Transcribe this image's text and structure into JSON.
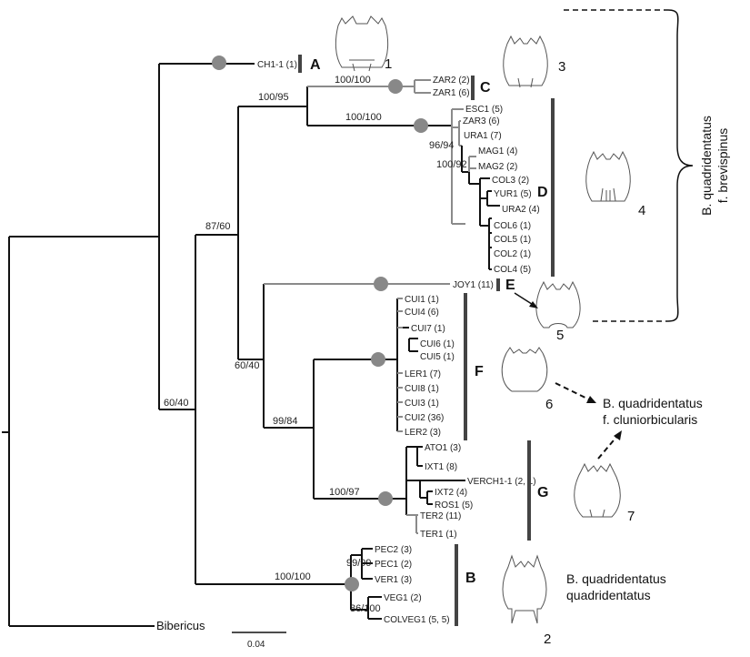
{
  "taxa": [
    "CH1-1 (1)",
    "ZAR2 (2)",
    "ZAR1 (6)",
    "ESC1 (5)",
    "ZAR3 (6)",
    "URA1 (7)",
    "MAG1 (4)",
    "MAG2 (2)",
    "COL3 (2)",
    "YUR1 (5)",
    "URA2 (4)",
    "COL6 (1)",
    "COL5 (1)",
    "COL2 (1)",
    "COL4 (5)",
    "JOY1 (11)",
    "CUI1 (1)",
    "CUI4 (6)",
    "CUI7 (1)",
    "CUI6 (1)",
    "CUI5 (1)",
    "LER1 (7)",
    "CUI8 (1)",
    "CUI3 (1)",
    "CUI2 (36)",
    "LER2 (3)",
    "ATO1 (3)",
    "IXT1 (8)",
    "VERCH1-1 (2, 1)",
    "IXT2 (4)",
    "ROS1 (5)",
    "TER2 (11)",
    "TER1 (1)",
    "PEC2 (3)",
    "PEC1 (2)",
    "VER1 (3)",
    "VEG1 (2)",
    "COLVEG1 (5, 5)"
  ],
  "outgroup": "Bibericus",
  "supports": [
    "100/100",
    "100/95",
    "100/100",
    "96/94",
    "100/92",
    "87/60",
    "60/40",
    "99/84",
    "100/97",
    "60/40",
    "99/99",
    "100/100",
    "86/100"
  ],
  "clades": [
    "A",
    "C",
    "D",
    "E",
    "F",
    "G",
    "B"
  ],
  "lorica_numbers": [
    "1",
    "2",
    "3",
    "4",
    "5",
    "6",
    "7"
  ],
  "forms": {
    "brevispinus": [
      "B. quadridentatus",
      "f. brevispinus"
    ],
    "cluniorbicularis": [
      "B. quadridentatus",
      "f. cluniorbicularis"
    ],
    "quadridentatus": [
      "B. quadridentatus",
      "quadridentatus"
    ]
  },
  "scale": "0.04"
}
